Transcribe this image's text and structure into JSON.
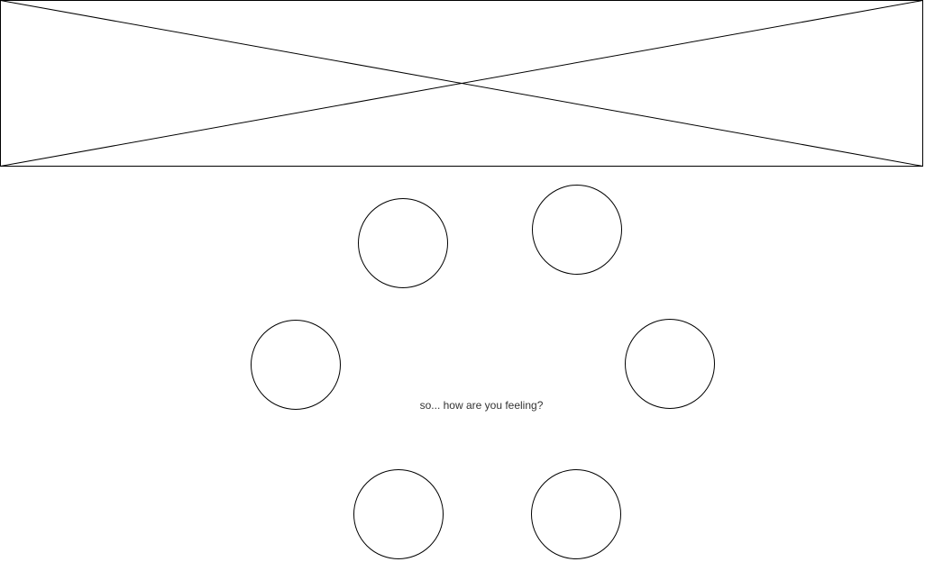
{
  "banner": {
    "kind": "image-placeholder",
    "stroke_color": "#000000"
  },
  "mood_picker": {
    "prompt_text": "so... how are you feeling?",
    "option_count": 6,
    "circle_stroke_color": "#000000"
  }
}
